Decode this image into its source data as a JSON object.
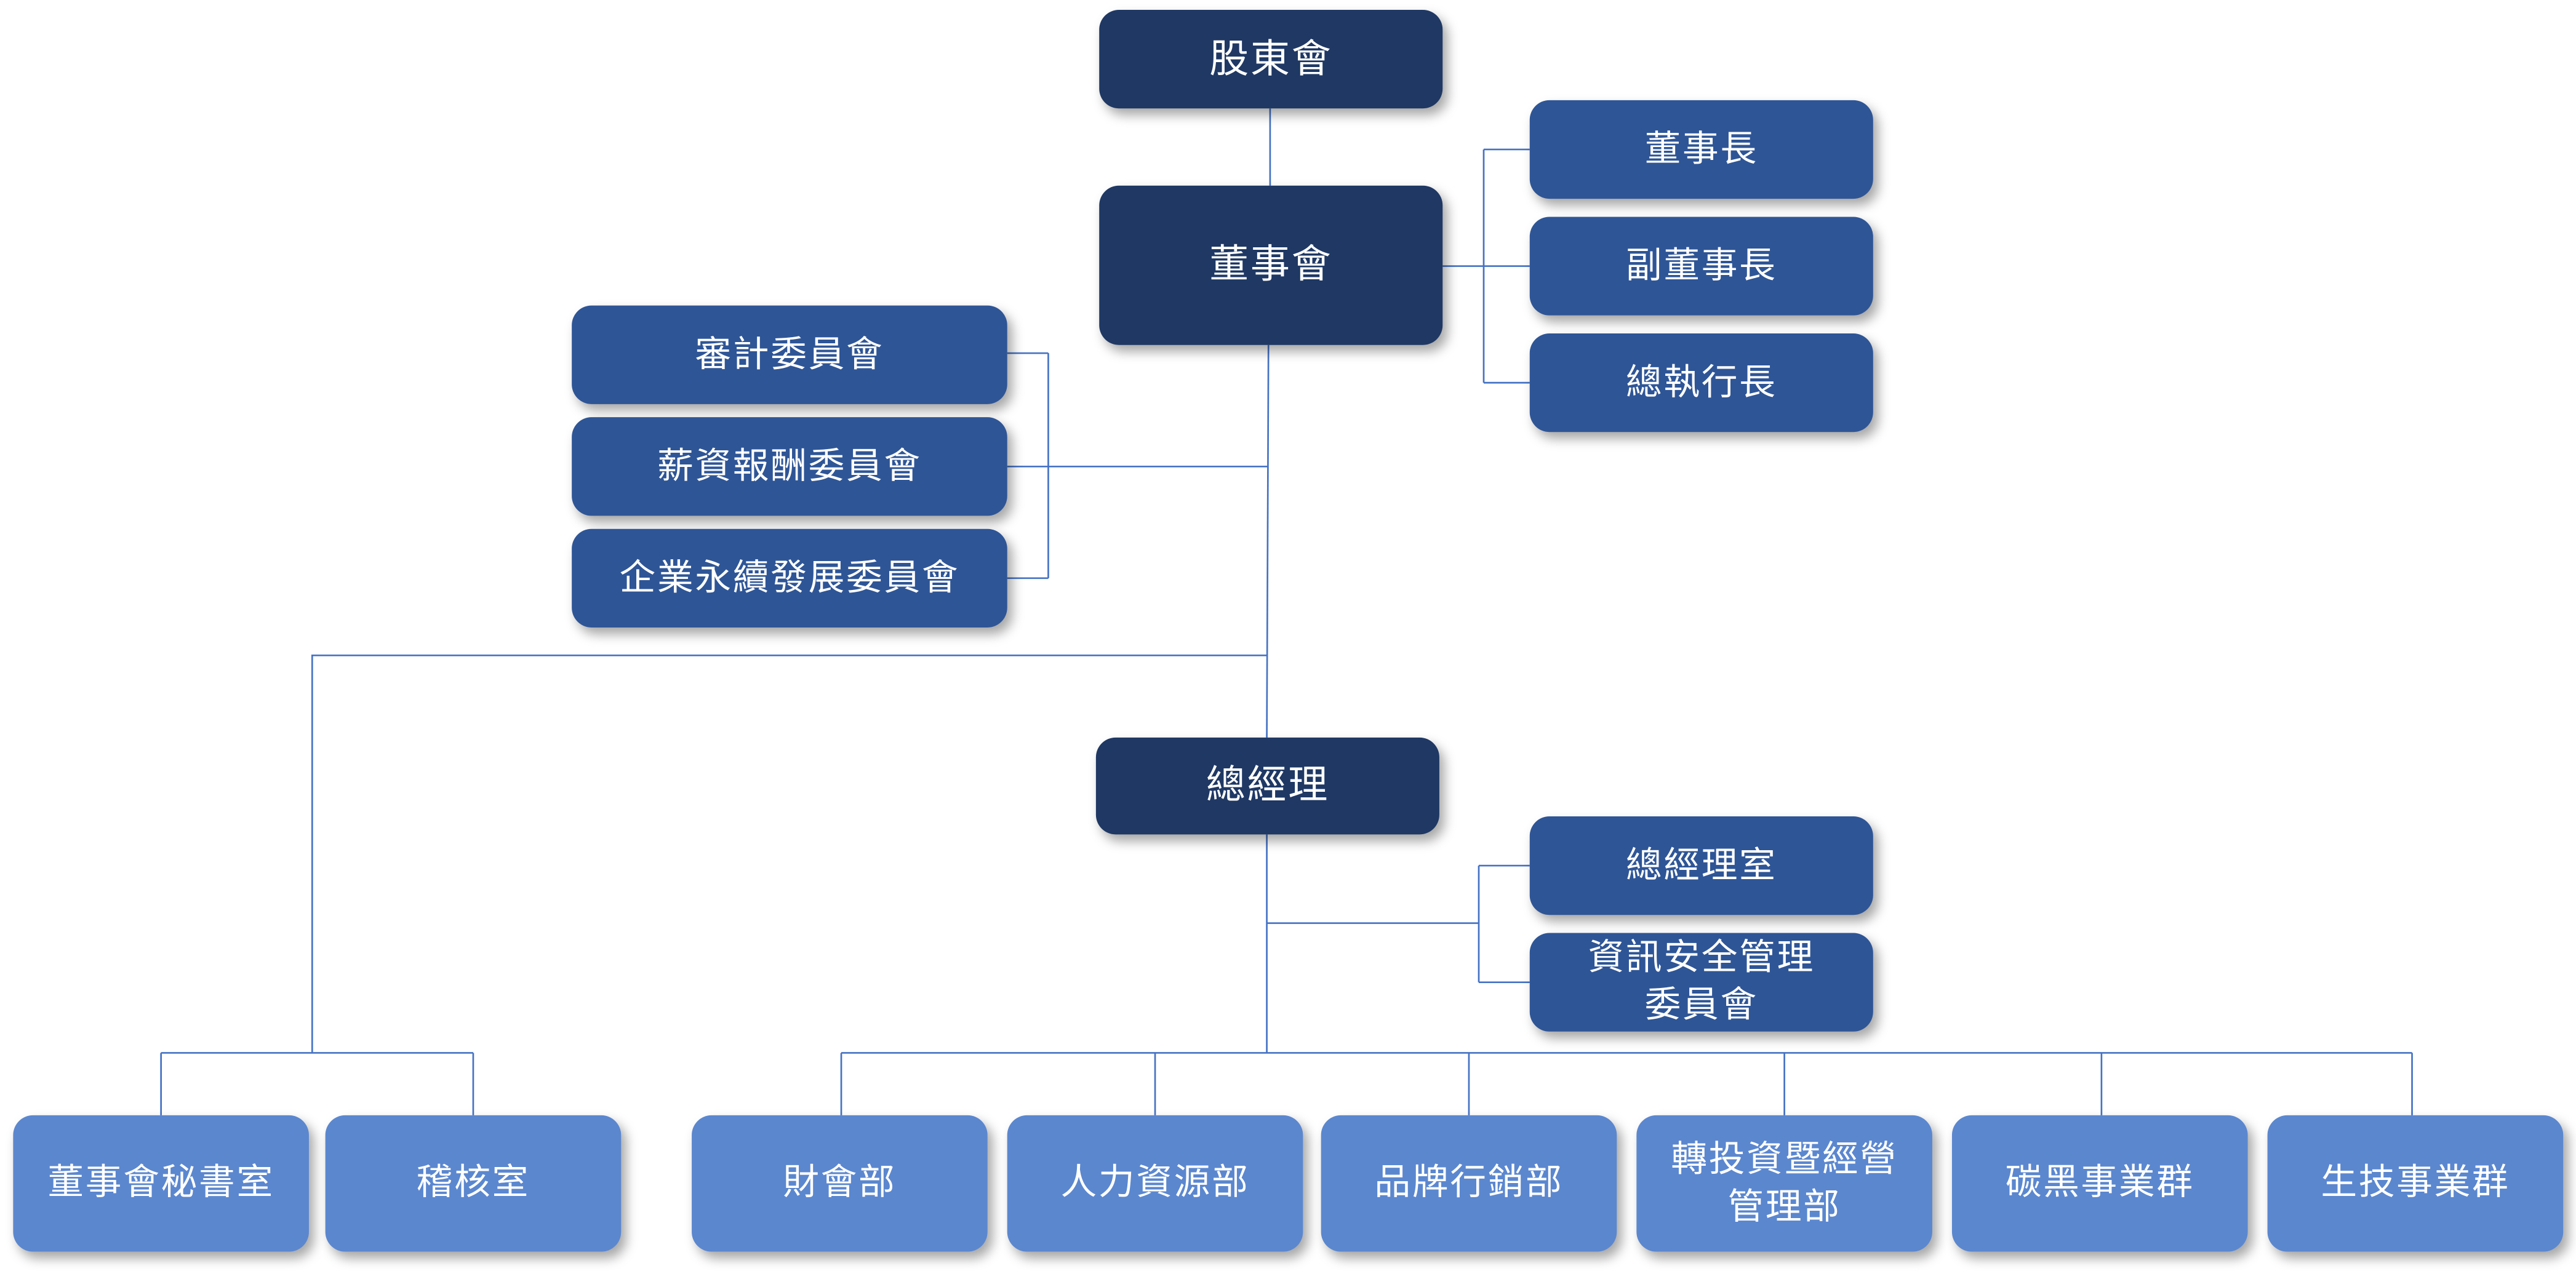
{
  "shareholders": "股東會",
  "board": "董事會",
  "board_officers": [
    "董事長",
    "副董事長",
    "總執行長"
  ],
  "committees": [
    "審計委員會",
    "薪資報酬委員會",
    "企業永續發展委員會"
  ],
  "general_manager": "總經理",
  "gm_units": [
    "總經理室",
    "資訊安全管理\n委員會"
  ],
  "board_units": [
    "董事會秘書室",
    "稽核室"
  ],
  "departments": [
    "財會部",
    "人力資源部",
    "品牌行銷部",
    "轉投資暨經營\n管理部",
    "碳黑事業群",
    "生技事業群"
  ],
  "colors": {
    "top_level": "#1f3864",
    "second_level": "#2e5596",
    "departments": "#5b87cf",
    "connector": "#4472c4"
  }
}
